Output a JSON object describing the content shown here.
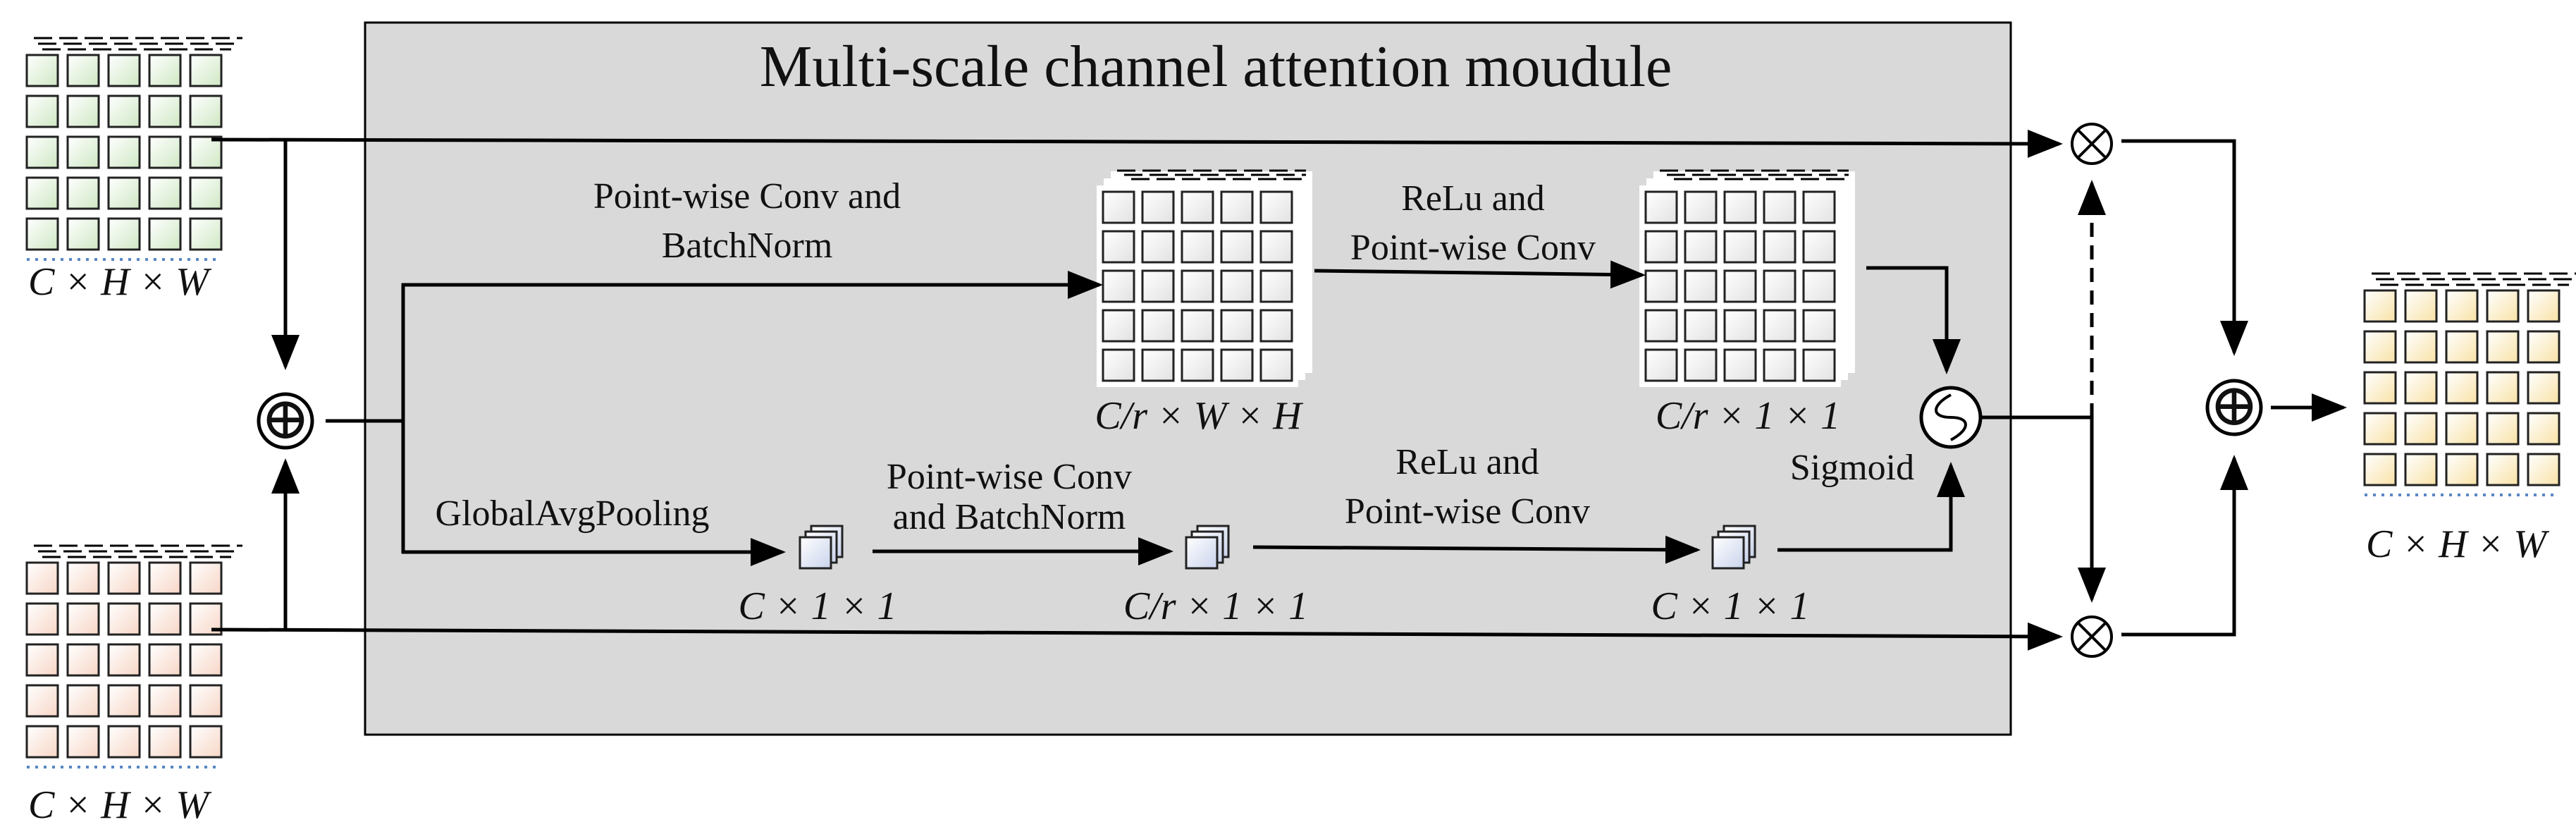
{
  "title": "Multi-scale channel attention moudule",
  "labels": {
    "input_top_dims": "C × H × W",
    "input_bottom_dims": "C × H × W",
    "output_dims": "C × H × W",
    "branch_local_step1": [
      "Point-wise Conv and",
      "BatchNorm"
    ],
    "branch_local_feat1_dims": "C/r × W × H",
    "branch_local_step2": [
      "ReLu and",
      "Point-wise Conv"
    ],
    "branch_local_feat2_dims": "C/r × 1 × 1",
    "branch_global_step1": "GlobalAvgPooling",
    "branch_global_feat1_dims": "C × 1 × 1",
    "branch_global_step2": [
      "Point-wise Conv",
      "and BatchNorm"
    ],
    "branch_global_feat2_dims": "C/r × 1 × 1",
    "branch_global_step3": [
      "ReLu and",
      "Point-wise Conv"
    ],
    "branch_global_feat3_dims": "C × 1 × 1",
    "sigmoid": "Sigmoid"
  },
  "operators": {
    "add": "⊕",
    "multiply": "⊗"
  },
  "colors": {
    "module_bg": "#d9d9d9",
    "input_top_tint": "#dcefd2",
    "input_bottom_tint": "#fbe3d6",
    "output_tint": "#fbe8b8",
    "feature_tint": "#d6deef"
  }
}
